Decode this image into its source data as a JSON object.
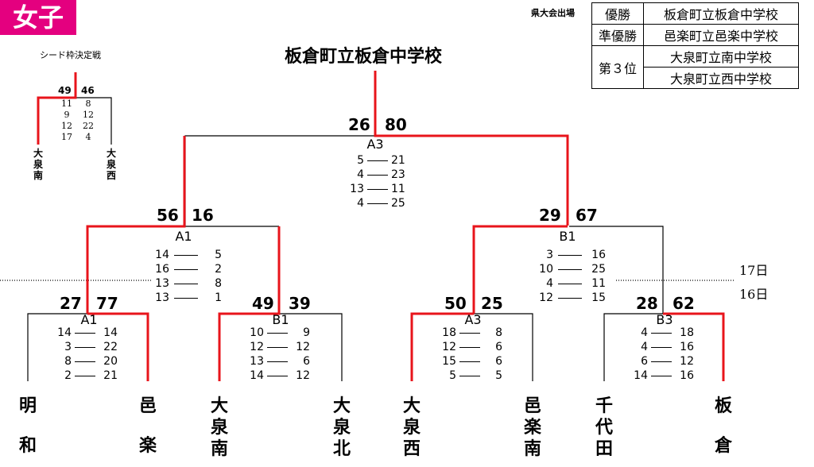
{
  "badge": "女子",
  "seed": {
    "title": "シード枠決定戦",
    "left_total": "49",
    "right_total": "46",
    "sets": [
      [
        "11",
        "8"
      ],
      [
        "9",
        "12"
      ],
      [
        "12",
        "22"
      ],
      [
        "17",
        "4"
      ]
    ],
    "left_team": [
      "大",
      "泉",
      "南"
    ],
    "right_team": [
      "大",
      "泉",
      "西"
    ]
  },
  "champion": "板倉町立板倉中学校",
  "results": {
    "label": "県大会出場",
    "rows": [
      {
        "place": "優勝",
        "school": "板倉町立板倉中学校"
      },
      {
        "place": "準優勝",
        "school": "邑楽町立邑楽中学校"
      },
      {
        "place": "第３位",
        "school": "大泉町立南中学校"
      },
      {
        "place": "",
        "school": "大泉町立西中学校"
      }
    ]
  },
  "days": {
    "day17": "17日",
    "day16": "16日"
  },
  "final": {
    "left_total": "26",
    "right_total": "80",
    "court": "A3",
    "sets": [
      [
        "5",
        "21"
      ],
      [
        "4",
        "23"
      ],
      [
        "13",
        "11"
      ],
      [
        "4",
        "25"
      ]
    ]
  },
  "semi_left": {
    "left_total": "56",
    "right_total": "16",
    "court": "A1",
    "sets": [
      [
        "14",
        "5"
      ],
      [
        "16",
        "2"
      ],
      [
        "13",
        "8"
      ],
      [
        "13",
        "1"
      ]
    ]
  },
  "semi_right": {
    "left_total": "29",
    "right_total": "67",
    "court": "B1",
    "sets": [
      [
        "3",
        "16"
      ],
      [
        "10",
        "25"
      ],
      [
        "4",
        "11"
      ],
      [
        "12",
        "15"
      ]
    ]
  },
  "qf": [
    {
      "left_total": "27",
      "right_total": "77",
      "court": "A1",
      "sets": [
        [
          "14",
          "14"
        ],
        [
          "3",
          "22"
        ],
        [
          "8",
          "20"
        ],
        [
          "2",
          "21"
        ]
      ]
    },
    {
      "left_total": "49",
      "right_total": "39",
      "court": "B1",
      "sets": [
        [
          "10",
          "9"
        ],
        [
          "12",
          "12"
        ],
        [
          "13",
          "6"
        ],
        [
          "14",
          "12"
        ]
      ]
    },
    {
      "left_total": "50",
      "right_total": "25",
      "court": "A3",
      "sets": [
        [
          "18",
          "8"
        ],
        [
          "12",
          "6"
        ],
        [
          "15",
          "6"
        ],
        [
          "5",
          "5"
        ]
      ]
    },
    {
      "left_total": "28",
      "right_total": "62",
      "court": "B3",
      "sets": [
        [
          "4",
          "18"
        ],
        [
          "4",
          "16"
        ],
        [
          "6",
          "12"
        ],
        [
          "14",
          "16"
        ]
      ]
    }
  ],
  "teams": [
    [
      "明",
      "和"
    ],
    [
      "邑",
      "楽"
    ],
    [
      "大",
      "泉",
      "南"
    ],
    [
      "大",
      "泉",
      "北"
    ],
    [
      "大",
      "泉",
      "西"
    ],
    [
      "邑",
      "楽",
      "南"
    ],
    [
      "千",
      "代",
      "田"
    ],
    [
      "板",
      "倉"
    ]
  ],
  "colors": {
    "win": "#e8141b",
    "lose": "#000000",
    "badge": "#e4007f"
  }
}
